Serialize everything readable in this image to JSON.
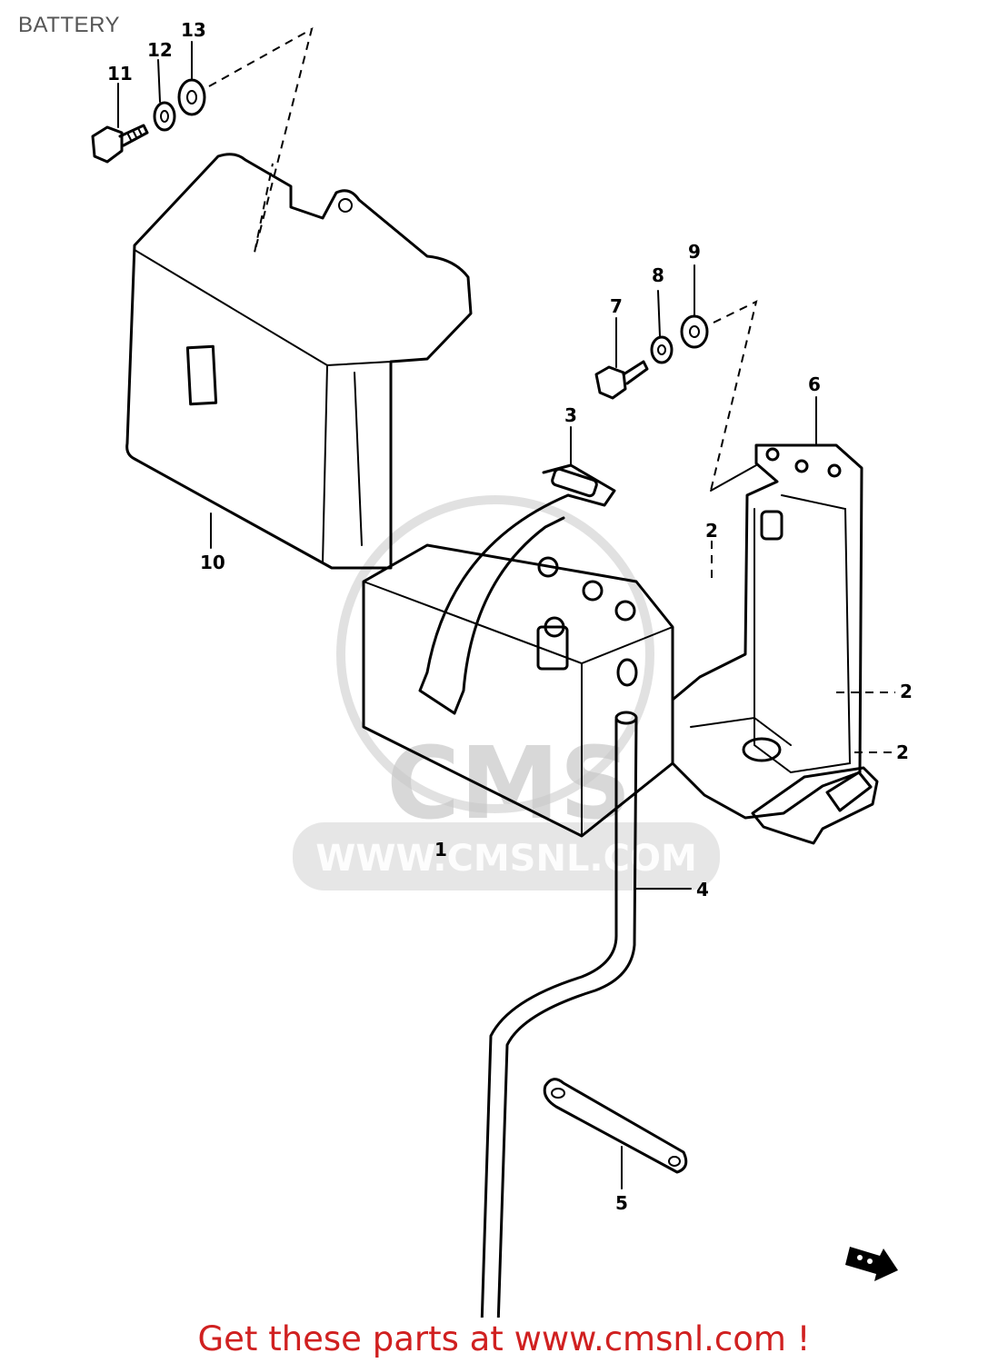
{
  "title": "BATTERY",
  "footer": "Get these parts at www.cmsnl.com !",
  "watermark": {
    "logo": "CMS",
    "url": "WWW.CMSNL.COM",
    "color": "#c8c8c8"
  },
  "accent_color": "#d02020",
  "callouts": [
    {
      "id": "c1",
      "label": "1"
    },
    {
      "id": "c2a",
      "label": "2"
    },
    {
      "id": "c2b",
      "label": "2"
    },
    {
      "id": "c2c",
      "label": "2"
    },
    {
      "id": "c3",
      "label": "3"
    },
    {
      "id": "c4",
      "label": "4"
    },
    {
      "id": "c5",
      "label": "5"
    },
    {
      "id": "c6",
      "label": "6"
    },
    {
      "id": "c7",
      "label": "7"
    },
    {
      "id": "c8",
      "label": "8"
    },
    {
      "id": "c9",
      "label": "9"
    },
    {
      "id": "c10",
      "label": "10"
    },
    {
      "id": "c11",
      "label": "11"
    },
    {
      "id": "c12",
      "label": "12"
    },
    {
      "id": "c13",
      "label": "13"
    }
  ]
}
